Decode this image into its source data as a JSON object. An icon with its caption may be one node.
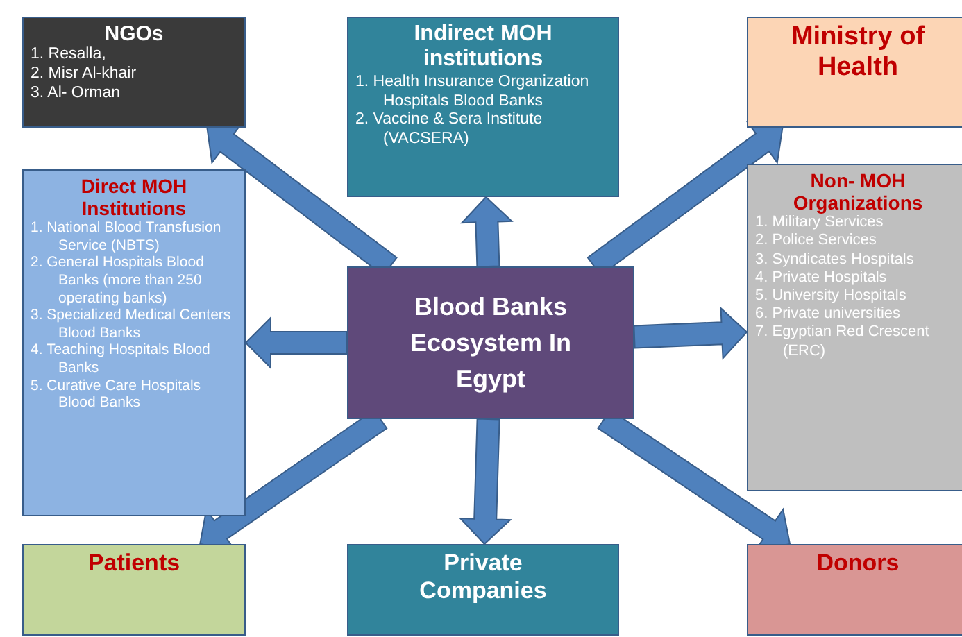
{
  "diagram": {
    "nodes": [
      {
        "text": [
          "NGOs",
          "1. Resalla,",
          "2. Misr Al-khair",
          "3.  Al- Orman"
        ]
      },
      {
        "text": [
          "Indirect MOH institutions",
          "1. Health Insurance Organization Hospitals Blood Banks",
          "2. Vaccine & Sera Institute (VACSERA)"
        ]
      },
      {
        "text": [
          "Ministry of Health"
        ]
      },
      {
        "text": [
          "Direct MOH Institutions",
          "1. National Blood Transfusion Service (NBTS)",
          "2. General Hospitals Blood Banks (more than 250 operating banks)",
          "3. Specialized Medical Centers Blood Banks",
          "4. Teaching Hospitals Blood Banks",
          "5. Curative Care Hospitals Blood Banks"
        ]
      },
      {
        "text": [
          "Blood Banks Ecosystem In Egypt"
        ]
      },
      {
        "text": [
          "Non-  MOH Organizations",
          "1. Military Services",
          "2. Police Services",
          "3. Syndicates Hospitals",
          "4. Private Hospitals",
          "5. University Hospitals",
          "6. Private universities",
          "7. Egyptian Red Crescent (ERC)"
        ]
      },
      {
        "text": [
          "Patients"
        ]
      },
      {
        "text": [
          "Private Companies"
        ]
      },
      {
        "text": [
          "Donors"
        ]
      }
    ],
    "edges": [
      {
        "from": 4,
        "to": 0,
        "arrow": "to"
      },
      {
        "from": 4,
        "to": 1,
        "arrow": "to"
      },
      {
        "from": 4,
        "to": 2,
        "arrow": "to"
      },
      {
        "from": 4,
        "to": 3,
        "arrow": "to"
      },
      {
        "from": 4,
        "to": 5,
        "arrow": "to"
      },
      {
        "from": 4,
        "to": 6,
        "arrow": "to"
      },
      {
        "from": 4,
        "to": 7,
        "arrow": "to"
      },
      {
        "from": 4,
        "to": 8,
        "arrow": "to"
      }
    ]
  }
}
